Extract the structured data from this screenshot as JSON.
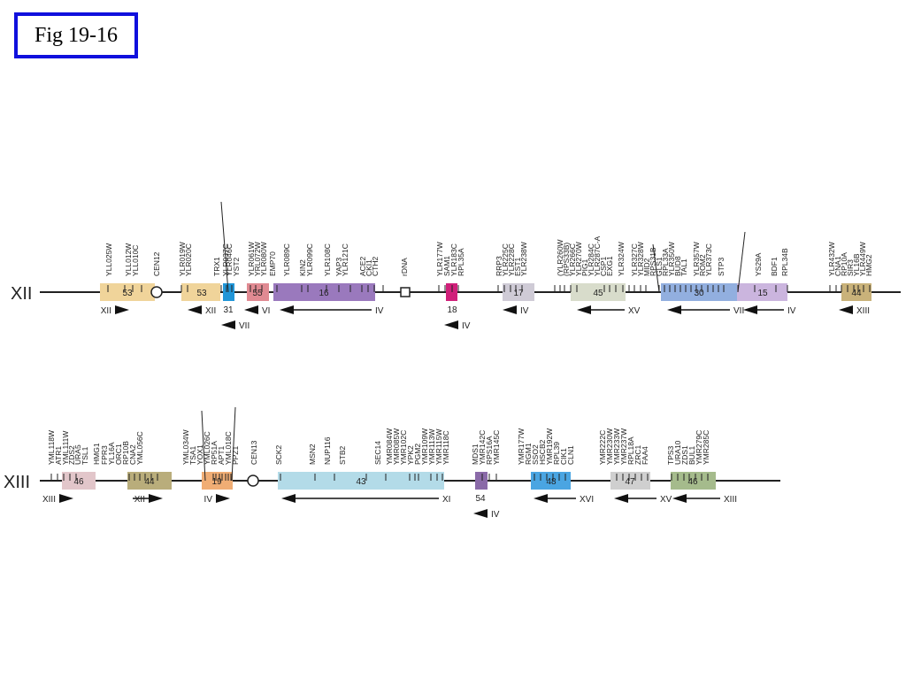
{
  "figure_label": "Fig 19-16",
  "chromosomes": [
    {
      "name": "XII",
      "genes": [
        "YLL025W",
        "YLL012W",
        "YLL010C",
        "CEN12",
        "YLR019W",
        "YLR020C",
        "YLR037C",
        "TRX1",
        "YLR046C",
        "YST2",
        "YLR061W",
        "YRL072W",
        "YLR080W",
        "EMP70",
        "YLR089C",
        "KIN2",
        "YLR099C",
        "YLR108C",
        "YAP3",
        "YLR121C",
        "ACE2",
        "CKI1",
        "CTH2",
        "rDNA",
        "YLR177W",
        "SAM1",
        "YLR183C",
        "RPL35A",
        "RRP3",
        "YLR225C",
        "YLR228C",
        "EST1",
        "YLR238W",
        "(YLR260W",
        "(RPS33B)",
        "YLR266C",
        "YLR270W",
        "PIG1",
        "YLR284C",
        "YLR287C-A",
        "CSP1",
        "EXG1",
        "YLR324W",
        "YLR327C",
        "YLR328W",
        "MID2",
        "RPS31B",
        "GLS1",
        "RPL33A",
        "YLR350W",
        "BUD8",
        "TAL1",
        "YLR357W",
        "ROM2",
        "YLR373C",
        "STP3",
        "YS29A",
        "BDF1",
        "RPL34B",
        "YLR432W",
        "CNA1",
        "RP10A",
        "SIR3",
        "YL16B",
        "YLR449W",
        "HMG2"
      ],
      "blocks": [
        {
          "label": "53",
          "target": "XII",
          "orientation": "right"
        },
        {
          "label": "53",
          "target": "XII",
          "orientation": "left"
        },
        {
          "label": "31",
          "target": "VII",
          "orientation": "left"
        },
        {
          "label": "55",
          "target": "VI",
          "orientation": "left"
        },
        {
          "label": "16",
          "target": "IV",
          "orientation": "left"
        },
        {
          "label": "18",
          "target": "IV",
          "orientation": "left"
        },
        {
          "label": "17",
          "target": "IV",
          "orientation": "left"
        },
        {
          "label": "45",
          "target": "XV",
          "orientation": "left"
        },
        {
          "label": "30",
          "target": "VII",
          "orientation": "left"
        },
        {
          "label": "15",
          "target": "IV",
          "orientation": "left"
        },
        {
          "label": "44",
          "target": "XIII",
          "orientation": "left"
        }
      ]
    },
    {
      "name": "XIII",
      "genes": [
        "YML118W",
        "ATR1",
        "YML111W",
        "ZDS2",
        "URA5",
        "TSL1",
        "HMG1",
        "FPR3",
        "YL16A",
        "ORC1",
        "RP10B",
        "CNA2",
        "YML056C",
        "YML034W",
        "TSA1",
        "YOX1",
        "YML026C",
        "RP51A",
        "APT1",
        "YML018C",
        "PPZ1",
        "CEN13",
        "SCK2",
        "MSN2",
        "NUP116",
        "STB2",
        "SEC14",
        "YMR084W",
        "YMR085W",
        "YMR102C",
        "YPK2",
        "PGM2",
        "YMR109W",
        "YMR113W",
        "YMR115W",
        "YMR118C",
        "MDS1",
        "YMR142C",
        "RPS16A",
        "YMR145C",
        "YMR177W",
        "RGM1",
        "SSO2",
        "HSCB2",
        "YMR192W",
        "RPL39",
        "CIK1",
        "CLN1",
        "YMR222C",
        "YMR230W",
        "YMR233W",
        "YMR237W",
        "RPL18A",
        "ZRC1",
        "FAA4",
        "TPS3",
        "URA10",
        "ZDS1",
        "BUL1",
        "YMR279C",
        "YMR285C"
      ],
      "blocks": [
        {
          "label": "46",
          "target": "XIII",
          "orientation": "right"
        },
        {
          "label": "44",
          "target": "XII",
          "orientation": "right"
        },
        {
          "label": "19",
          "target": "IV",
          "orientation": "right"
        },
        {
          "label": "43",
          "target": "XI",
          "orientation": "left"
        },
        {
          "label": "54",
          "target": "IV",
          "orientation": "left"
        },
        {
          "label": "48",
          "target": "XVI",
          "orientation": "left"
        },
        {
          "label": "47",
          "target": "XV",
          "orientation": "left"
        },
        {
          "label": "46",
          "target": "XIII",
          "orientation": "left"
        }
      ]
    }
  ],
  "colors": {
    "frame": "#1010dd",
    "line": "#222222",
    "c53": "#f0d49a",
    "c31": "#2196d8",
    "c55": "#e08a92",
    "c16": "#9a79bd",
    "c18": "#d0207a",
    "c17": "#cfcbd6",
    "c45": "#d8dccb",
    "c30": "#92afdf",
    "c15": "#cbb5de",
    "c44": "#c9b27a",
    "c46": "#e2c6ca",
    "c44b": "#b9ad7b",
    "c19": "#f0ad74",
    "c43": "#b3dbe8",
    "c54": "#8a6aa8",
    "c48": "#4aa5e2",
    "c47": "#cfcfcf",
    "c46b": "#a5bb8c"
  }
}
